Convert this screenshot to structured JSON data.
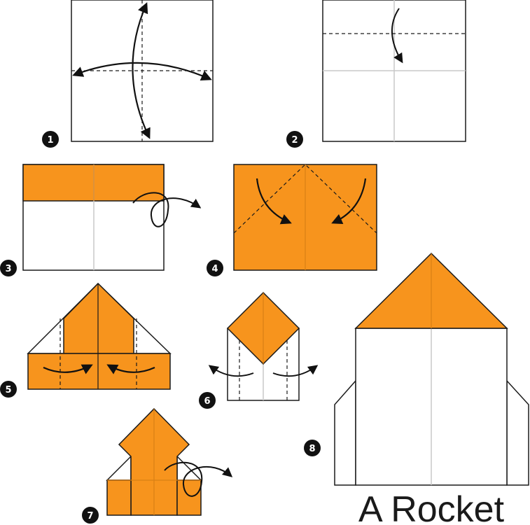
{
  "title": "A Rocket",
  "steps": [
    {
      "number": "1"
    },
    {
      "number": "2"
    },
    {
      "number": "3"
    },
    {
      "number": "4"
    },
    {
      "number": "5"
    },
    {
      "number": "6"
    },
    {
      "number": "7"
    },
    {
      "number": "8"
    }
  ],
  "colors": {
    "paper_color": "#f7941d",
    "paper_white": "#ffffff",
    "outline": "#1a1a1a",
    "crease": "#c8c8c8",
    "badge": "#111111"
  }
}
